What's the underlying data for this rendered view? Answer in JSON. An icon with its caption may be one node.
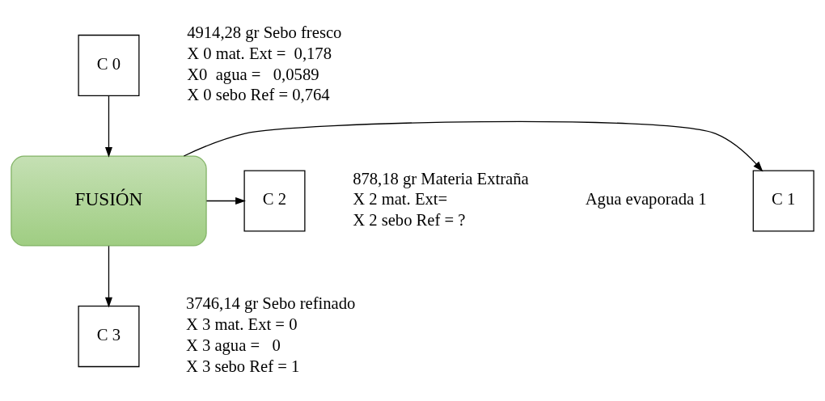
{
  "diagram": {
    "nodes": [
      {
        "text": [
          "C 0"
        ],
        "beside": [
          "4914,28 gr Sebo fresco",
          "X 0 mat. Ext =  0,178",
          "X0  agua =   0,0589",
          "X 0 sebo Ref = 0,764"
        ]
      },
      {
        "text": [
          "C 1"
        ],
        "beside": [
          "Agua evaporada 1"
        ]
      },
      {
        "text": [
          "FUSIÓN"
        ]
      },
      {
        "text": [
          "C 2"
        ],
        "beside": [
          "878,18 gr Materia Extraña",
          "X 2 mat. Ext=",
          "X 2 sebo Ref = ?"
        ]
      },
      {
        "text": [
          "C 3"
        ],
        "beside": [
          "3746,14 gr Sebo refinado",
          "X 3 mat. Ext = 0",
          "X 3 agua =   0",
          "X 3 sebo Ref = 1"
        ]
      }
    ],
    "edges": [
      {
        "from": 0,
        "to": 2,
        "arrow": "to"
      },
      {
        "from": 2,
        "to": 1,
        "arrow": "to"
      },
      {
        "from": 2,
        "to": 3,
        "arrow": "to"
      },
      {
        "from": 2,
        "to": 4,
        "arrow": "to"
      }
    ]
  }
}
